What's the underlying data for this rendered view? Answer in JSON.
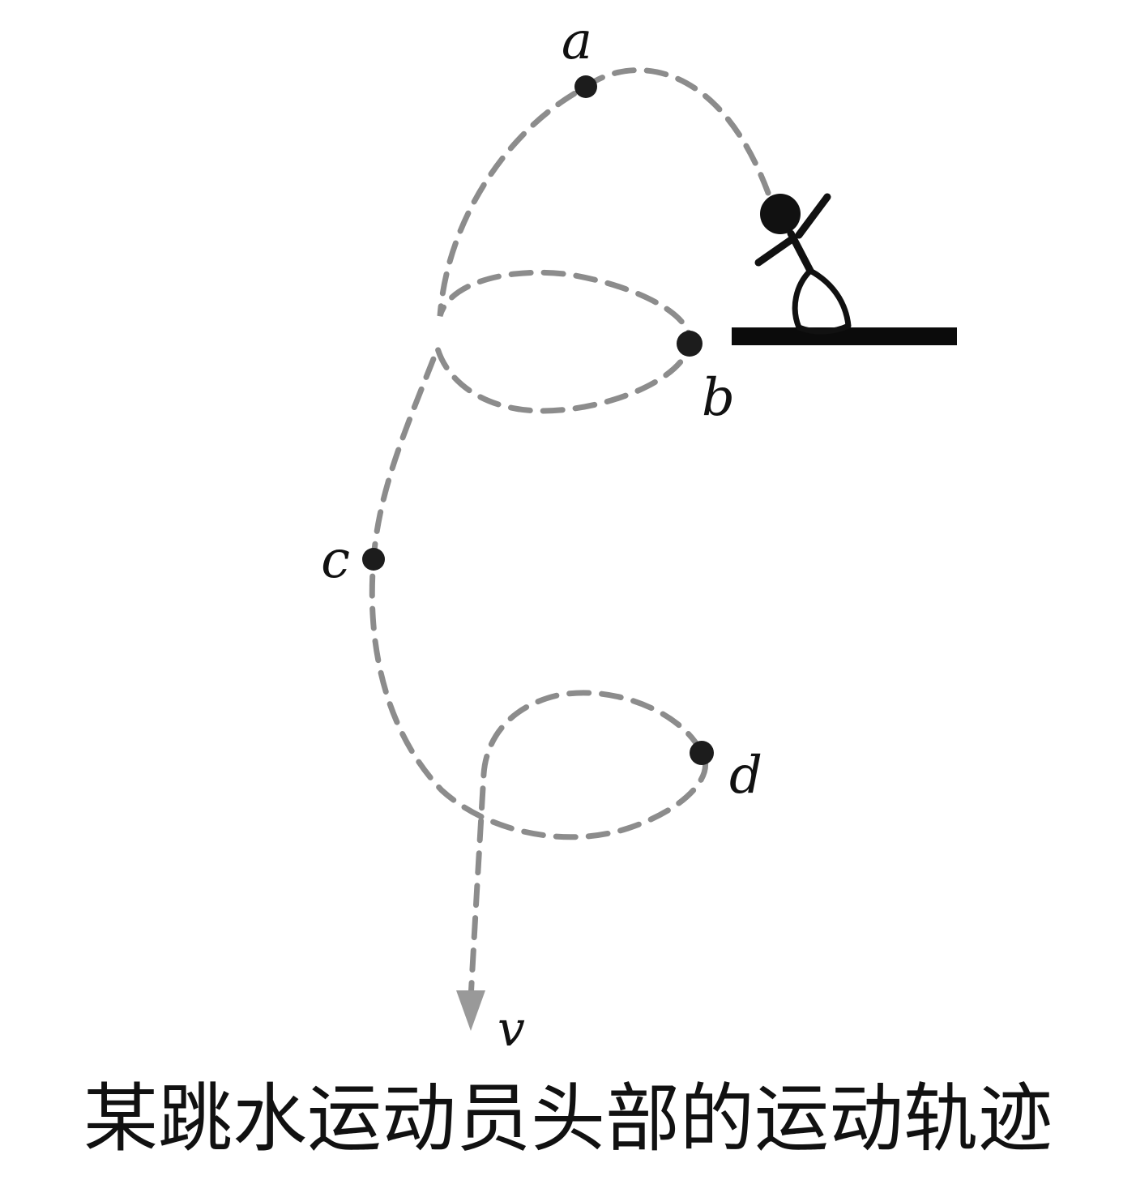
{
  "figure": {
    "caption": "某跳水运动员头部的运动轨迹",
    "points": {
      "a": "a",
      "b": "b",
      "c": "c",
      "d": "d"
    },
    "velocity_label": "v",
    "colors": {
      "trajectory": "#8c8c8c",
      "marker": "#1c1c1c",
      "platform": "#0b0b0b",
      "diver": "#111111",
      "arrow": "#999999"
    }
  }
}
